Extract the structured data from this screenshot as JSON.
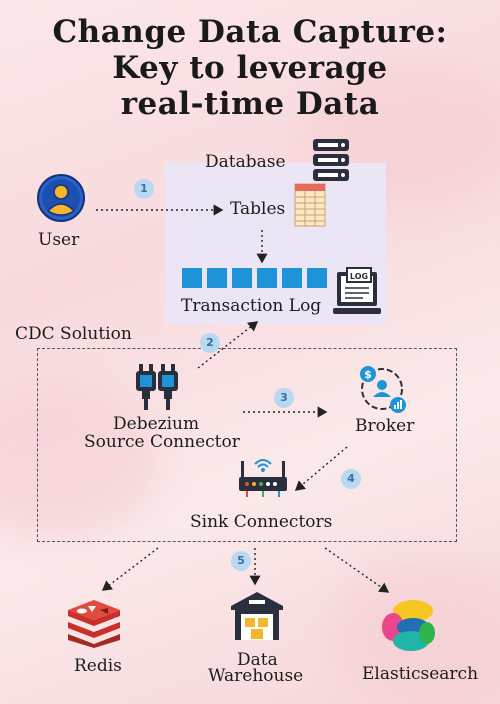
{
  "title": {
    "line1": "Change Data Capture:",
    "line2": "Key to leverage",
    "line3": "real-time Data"
  },
  "nodes": {
    "user": "User",
    "database": "Database",
    "tables": "Tables",
    "transaction_log": "Transaction Log",
    "log_icon_text": "LOG",
    "cdc_solution": "CDC Solution",
    "debezium_line1": "Debezium",
    "debezium_line2": "Source Connector",
    "broker": "Broker",
    "broker_icon_text": "$",
    "sink_connectors": "Sink Connectors",
    "redis": "Redis",
    "warehouse_line1": "Data",
    "warehouse_line2": "Warehouse",
    "elasticsearch": "Elasticsearch"
  },
  "steps": [
    "1",
    "2",
    "3",
    "4",
    "5"
  ],
  "colors": {
    "accent_blue": "#1e93d8",
    "badge_fill": "#b8d9f2",
    "panel_fill": "#ece5f6",
    "redis_red": "#c9302c"
  }
}
